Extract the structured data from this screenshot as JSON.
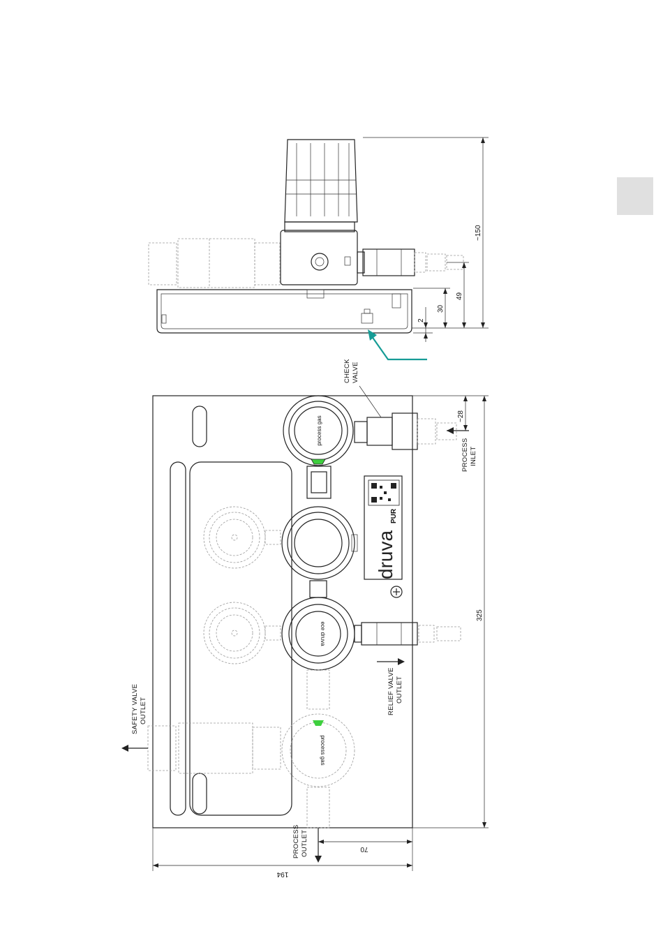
{
  "labels": {
    "check_valve": [
      "CHECK",
      "VALVE"
    ],
    "process_inlet": [
      "PROCESS",
      "INLET"
    ],
    "relief_valve_outlet": [
      "RELIEF VALVE",
      "OUTLET"
    ],
    "safety_valve_outlet": [
      "SAFETY VALVE",
      "OUTLET"
    ],
    "process_outlet": [
      "PROCESS",
      "OUTLET"
    ]
  },
  "dimensions": {
    "height_total": "~150",
    "height_inlet": "49",
    "height_plate": "30",
    "plate_thickness": "2",
    "inlet_offset": "~28",
    "length": "325",
    "outlet_offset": "70",
    "width": "194"
  },
  "product": {
    "brand": "druva",
    "brand_suffix": "PUR",
    "knob_label_1": "process gas",
    "knob_label_2": "ece druva",
    "knob_label_3": "process gas"
  },
  "colors": {
    "line": "#222222",
    "indicator_green": "#3ecf3e",
    "arrow_teal": "#169c96",
    "tab_gray": "#e0e0e0"
  }
}
